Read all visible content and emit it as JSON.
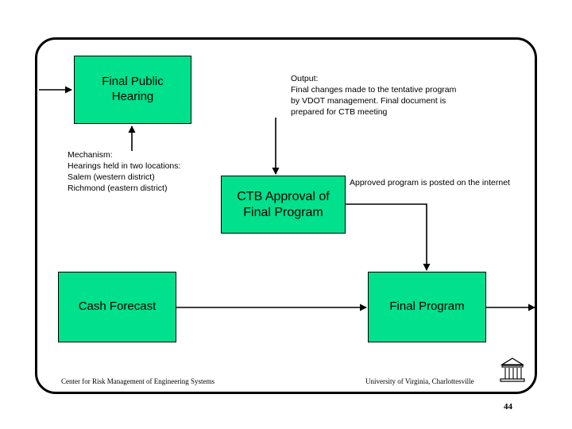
{
  "slide": {
    "page_number": "44",
    "boxes": [
      {
        "id": "final-public-hearing",
        "line1": "Final Public",
        "line2": "Hearing",
        "color": "#00e08d"
      },
      {
        "id": "ctb-approval",
        "line1": "CTB Approval of",
        "line2": "Final Program",
        "color": "#00e08d"
      },
      {
        "id": "cash-forecast",
        "line1": "Cash Forecast",
        "line2": "",
        "color": "#00e08d"
      },
      {
        "id": "final-program",
        "line1": "Final Program",
        "line2": "",
        "color": "#00e08d"
      }
    ],
    "annotations": {
      "output": "Output:\nFinal changes made to the tentative program\nby VDOT management. Final document is\nprepared for CTB meeting",
      "mechanism": "Mechanism:\nHearings held in two locations:\nSalem (western district)\nRichmond (eastern district)",
      "internet": "Approved program is posted on the internet"
    },
    "footer": {
      "left": "Center for Risk Management of Engineering Systems",
      "right": "University of Virginia, Charlottesville"
    },
    "logo": "uva-rotunda-icon"
  }
}
